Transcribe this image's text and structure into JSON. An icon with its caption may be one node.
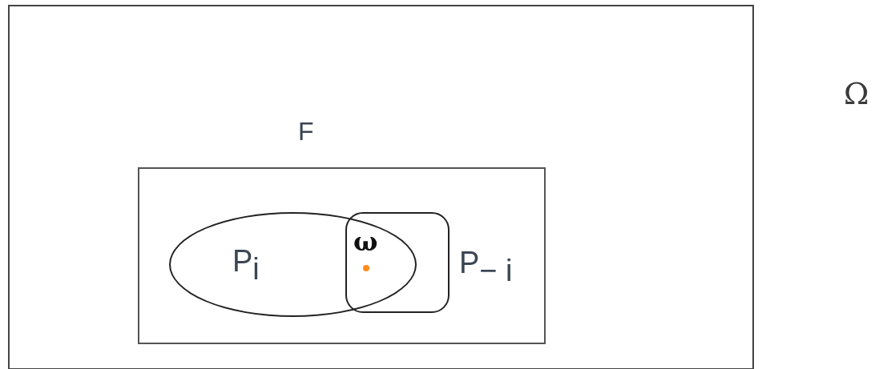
{
  "diagram": {
    "nodes": [
      {
        "text": [
          "F"
        ]
      },
      {
        "text": [],
        "shape": "box",
        "in": 0
      },
      {
        "text": [
          "P$_{i}$"
        ],
        "in": 1
      },
      {
        "text": [
          "P$_{− i}$"
        ],
        "in": 1
      }
    ],
    "labels": [
      "ω",
      "Ω"
    ]
  }
}
